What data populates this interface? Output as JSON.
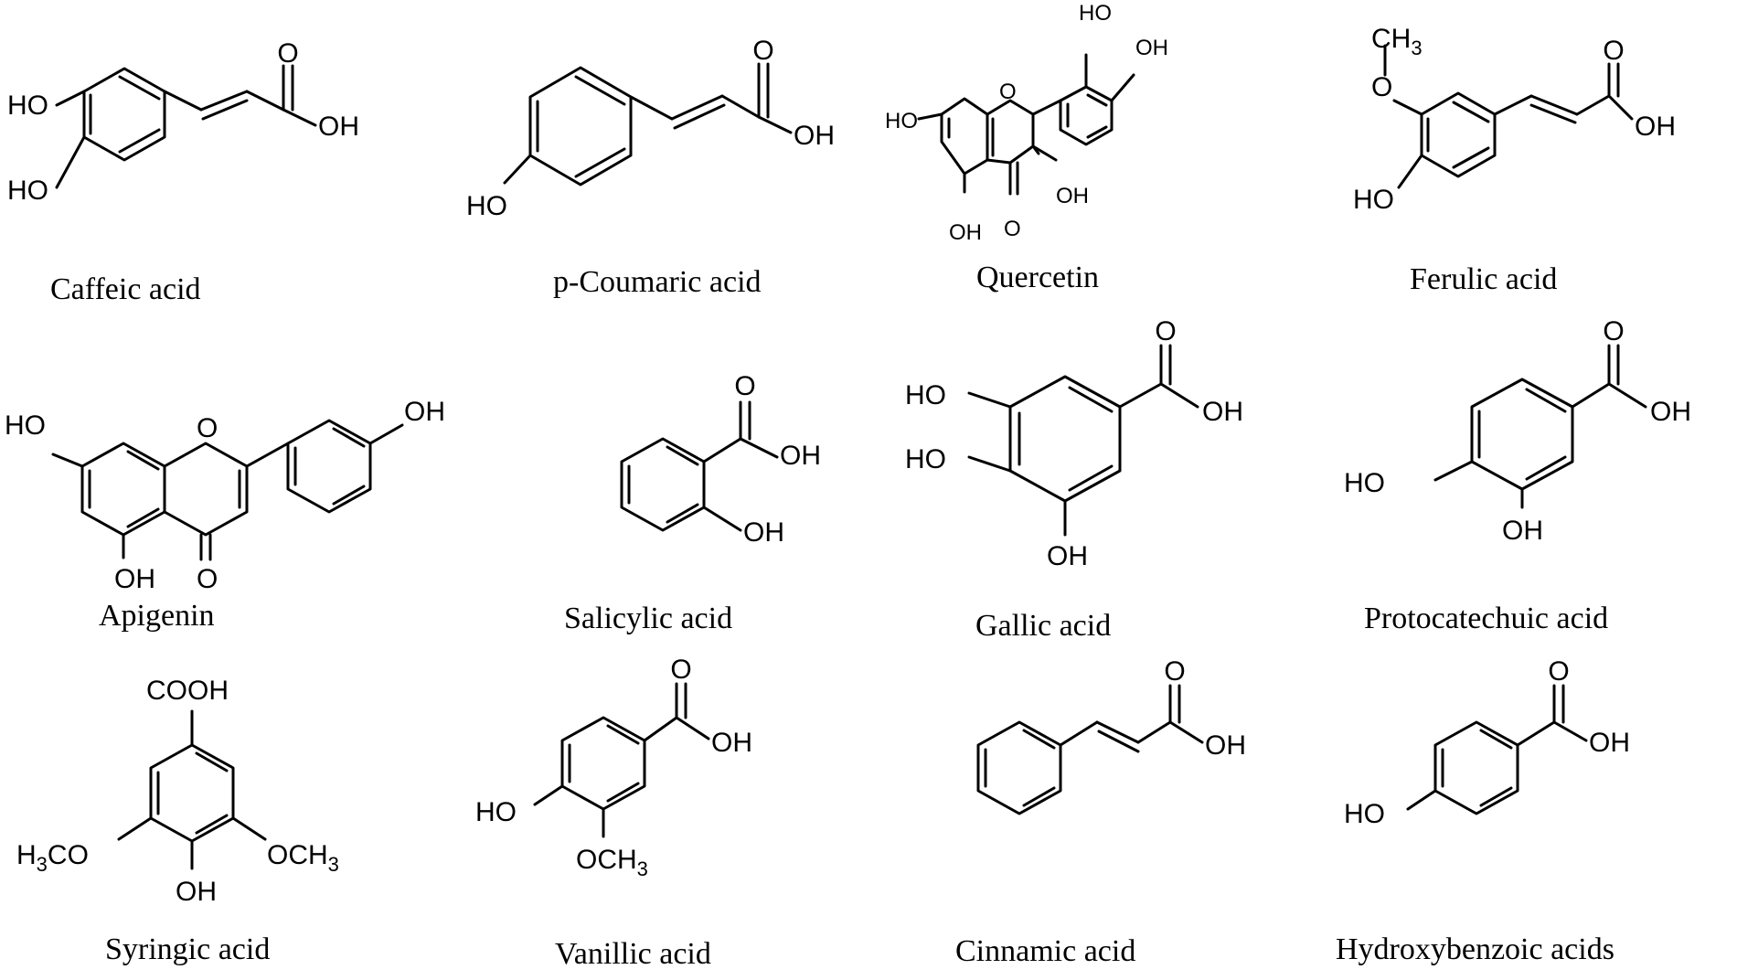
{
  "compounds": [
    {
      "name": "Caffeic acid",
      "atoms": {
        "cooh_o": "O",
        "cooh_oh": "OH",
        "oh_top": "HO",
        "oh_bottom": "HO"
      }
    },
    {
      "name": "p-Coumaric acid",
      "atoms": {
        "cooh_o": "O",
        "cooh_oh": "OH",
        "oh": "HO"
      }
    },
    {
      "name": "Quercetin",
      "atoms": {
        "oh_b3": "HO",
        "oh_b4": "OH",
        "oh_7": "HO",
        "ring_o": "O",
        "oh_3": "OH",
        "oh_5": "OH",
        "keto_o": "O"
      }
    },
    {
      "name": "Ferulic acid",
      "atoms": {
        "ch3": "CH",
        "ch3_sub": "3",
        "ome_o": "O",
        "oh": "HO",
        "cooh_o": "O",
        "cooh_oh": "OH"
      }
    },
    {
      "name": "Apigenin",
      "atoms": {
        "oh_4p": "OH",
        "oh_7": "HO",
        "ring_o": "O",
        "oh_5": "OH",
        "keto_o": "O"
      }
    },
    {
      "name": "Salicylic acid",
      "atoms": {
        "cooh_o": "O",
        "cooh_oh": "OH",
        "oh": "OH"
      }
    },
    {
      "name": "Gallic acid",
      "atoms": {
        "cooh_o": "O",
        "cooh_oh": "OH",
        "oh_3": "HO",
        "oh_4": "HO",
        "oh_5": "OH"
      }
    },
    {
      "name": "Protocatechuic acid",
      "atoms": {
        "cooh_o": "O",
        "cooh_oh": "OH",
        "oh_4": "HO",
        "oh_3": "OH"
      }
    },
    {
      "name": "Syringic acid",
      "atoms": {
        "cooh": "COOH",
        "ome_left": "H",
        "ome_left_sub": "3",
        "ome_left_rest": "CO",
        "ome_right": "OCH",
        "ome_right_sub": "3",
        "oh": "OH"
      }
    },
    {
      "name": "Vanillic acid",
      "atoms": {
        "cooh_o": "O",
        "cooh_oh": "OH",
        "oh": "HO",
        "ome": "OCH",
        "ome_sub": "3"
      }
    },
    {
      "name": "Cinnamic acid",
      "atoms": {
        "cooh_o": "O",
        "cooh_oh": "OH"
      }
    },
    {
      "name": "Hydroxybenzoic acids",
      "atoms": {
        "cooh_o": "O",
        "cooh_oh": "OH",
        "oh": "HO"
      }
    }
  ]
}
